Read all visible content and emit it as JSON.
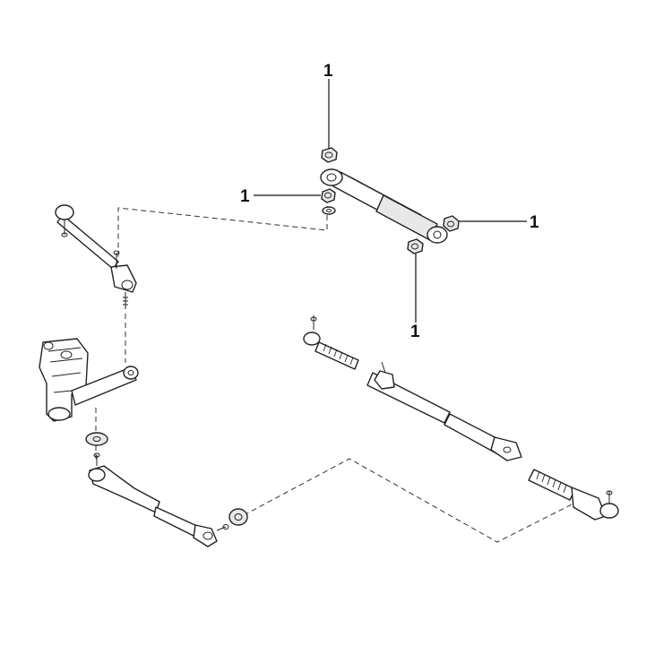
{
  "callouts": [
    {
      "id": "callout-nut-top",
      "label": "1"
    },
    {
      "id": "callout-nut-washer",
      "label": "1"
    },
    {
      "id": "callout-nut-right",
      "label": "1"
    },
    {
      "id": "callout-nut-bottom",
      "label": "1"
    }
  ]
}
